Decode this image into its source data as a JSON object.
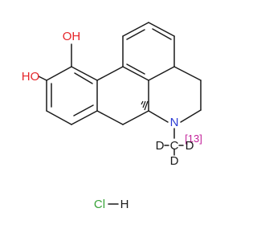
{
  "molecule": {
    "atoms": {
      "oh_top": "OH",
      "oh_left": "HO",
      "nitrogen": "N",
      "deuterium": "D",
      "carbon": "C",
      "isotope_label": "[13]",
      "hcl_cl": "Cl",
      "hcl_h": "H"
    },
    "colors": {
      "oxygen": "#e5262a",
      "nitrogen": "#2b3bd4",
      "isotope": "#c3229a",
      "chlorine": "#39a339",
      "bond": "#1a1a1a"
    }
  }
}
